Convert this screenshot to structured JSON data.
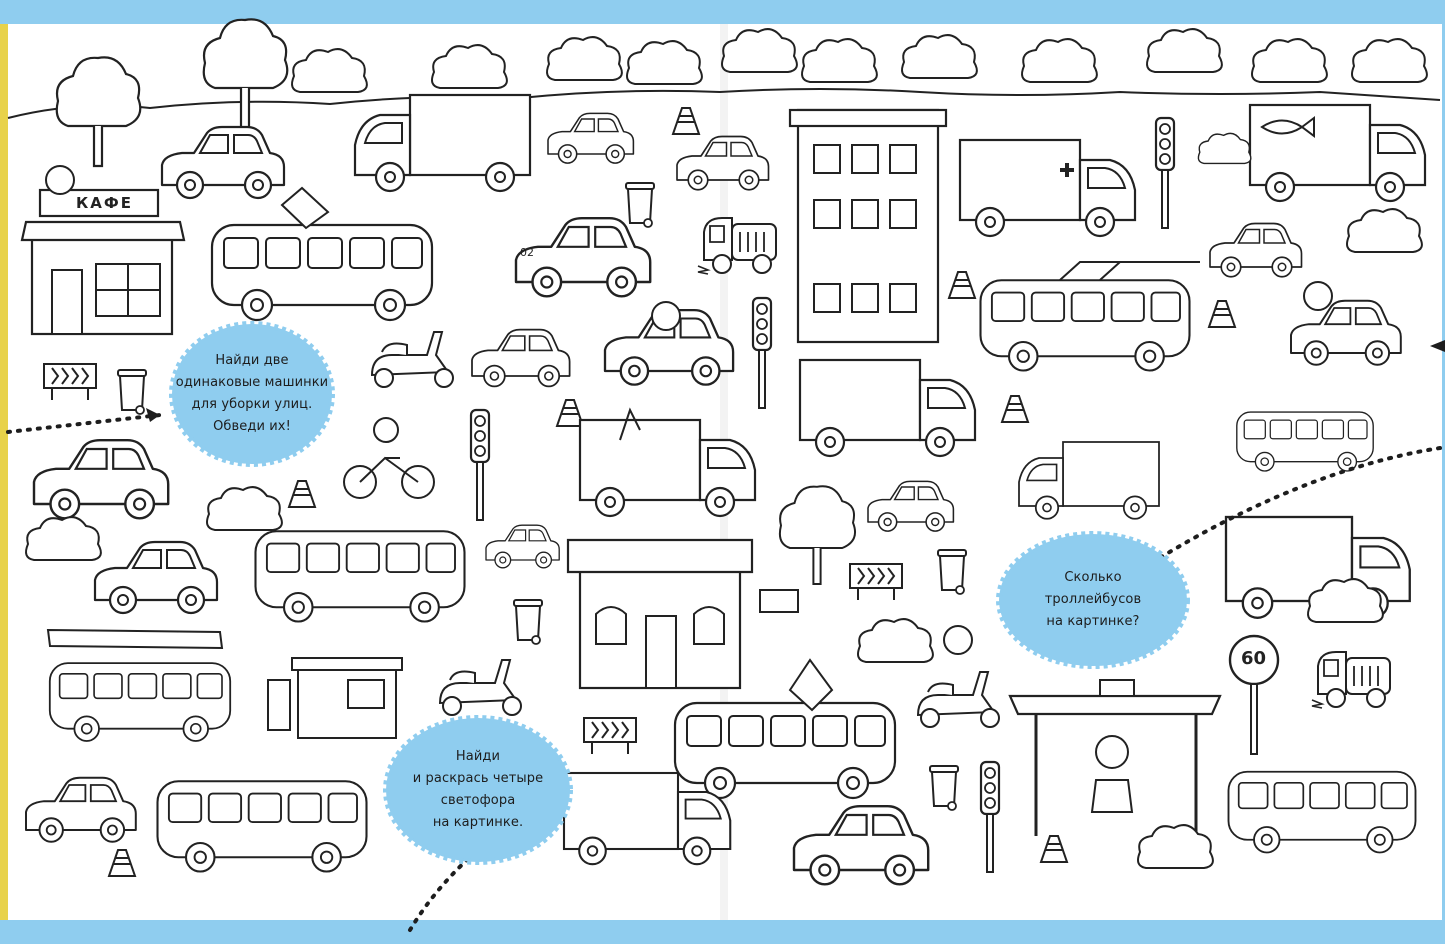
{
  "bubbles": {
    "cleaning": "Найди две\nодинаковые машинки\nдля уборки улиц.\nОбведи их!",
    "traffic_lights": "Найди\nи раскрась четыре\nсветофора\nна картинке.",
    "trolleybuses": "Сколько\nтроллейбусов\nна картинке?"
  },
  "signs": {
    "cafe": "КАФЕ",
    "speed_limit": "60",
    "taxi_number": "02"
  },
  "colors": {
    "frame": "#8fcdef",
    "page": "#ffffff",
    "bubble_fill": "#8fcdef",
    "ink": "#222222",
    "spine": "#e8d24a"
  }
}
